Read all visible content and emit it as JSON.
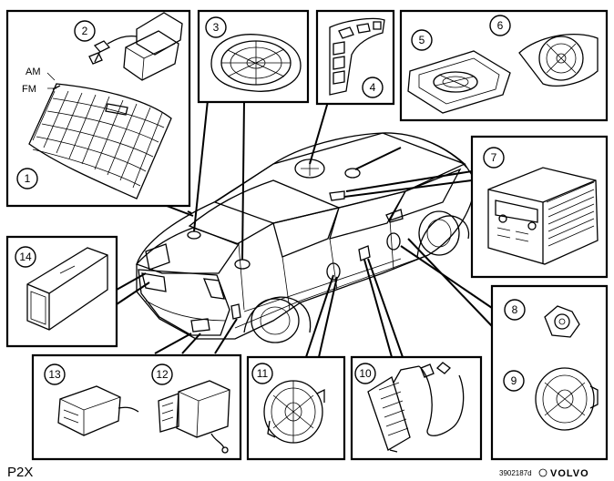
{
  "callouts": [
    "1",
    "2",
    "3",
    "4",
    "5",
    "6",
    "7",
    "8",
    "9",
    "10",
    "11",
    "12",
    "13",
    "14"
  ],
  "labels": {
    "am": "AM",
    "fm": "FM"
  },
  "footer": {
    "page_id": "P2X",
    "ref": "3902187d",
    "brand": "VOLVO"
  }
}
